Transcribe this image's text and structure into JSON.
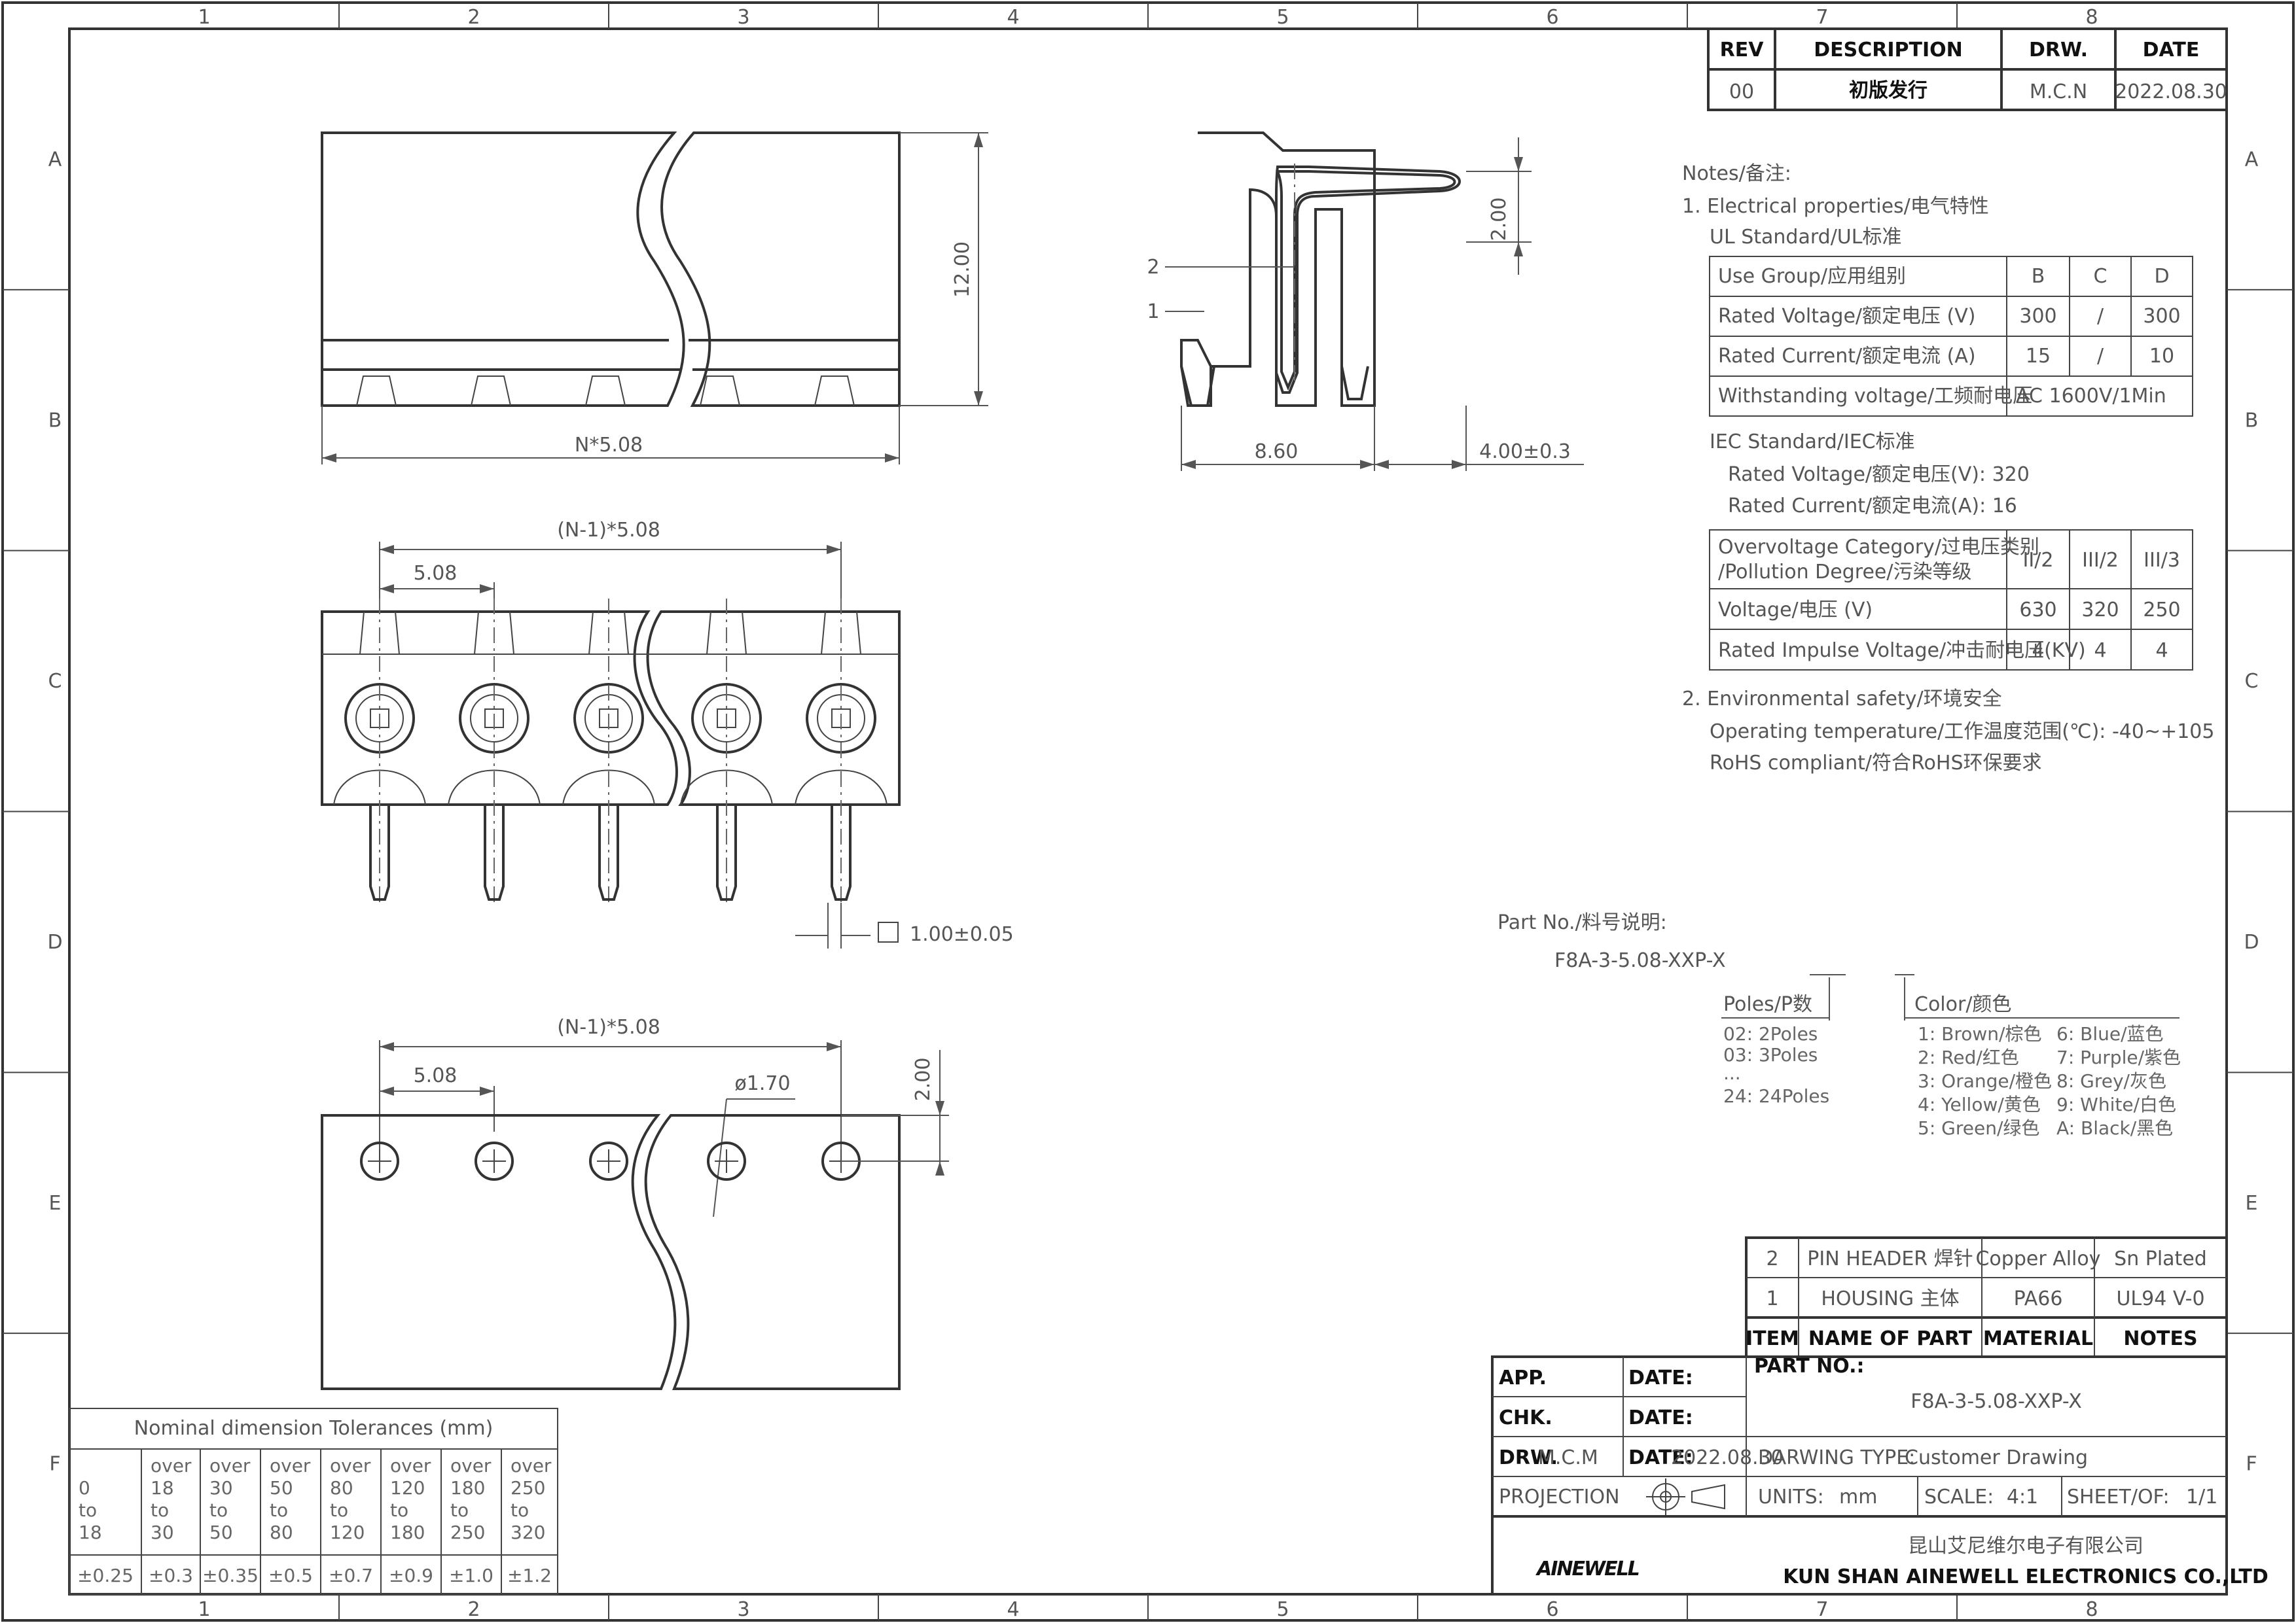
{
  "frame": {
    "cols": [
      "1",
      "2",
      "3",
      "4",
      "5",
      "6",
      "7",
      "8"
    ],
    "rows": [
      "A",
      "B",
      "C",
      "D",
      "E",
      "F"
    ]
  },
  "revision": {
    "headers": [
      "REV",
      "DESCRIPTION",
      "DRW.",
      "DATE"
    ],
    "row": [
      "00",
      "初版发行",
      "M.C.N",
      "2022.08.30"
    ]
  },
  "dims": {
    "top_width": "N*5.08",
    "top_height": "12.00",
    "side_width": "8.60",
    "side_pin": "4.00±0.3",
    "side_tail": "2.00",
    "label_1": "1",
    "label_2": "2",
    "front_span": "(N-1)*5.08",
    "front_pitch": "5.08",
    "pin_square": "1.00±0.05",
    "pcb_span": "(N-1)*5.08",
    "pcb_pitch": "5.08",
    "pcb_hole": "ø1.70",
    "pcb_offset": "2.00"
  },
  "notes": {
    "title": "Notes/备注:",
    "n1": "1. Electrical properties/电气特性",
    "ul": "UL Standard/UL标准",
    "ul_table": [
      [
        "Use Group/应用组别",
        "B",
        "C",
        "D"
      ],
      [
        "Rated Voltage/额定电压 (V)",
        "300",
        "/",
        "300"
      ],
      [
        "Rated Current/额定电流 (A)",
        "15",
        "/",
        "10"
      ],
      [
        "Withstanding voltage/工频耐电压",
        "AC 1600V/1Min"
      ]
    ],
    "iec": "IEC Standard/IEC标准",
    "iec_v": "Rated Voltage/额定电压(V): 320",
    "iec_c": "Rated Current/额定电流(A): 16",
    "iec_table_h1": "Overvoltage Category/过电压类别",
    "iec_table_h2": "/Pollution Degree/污染等级",
    "iec_table": [
      [
        "II/2",
        "III/2",
        "III/3"
      ],
      [
        "Voltage/电压 (V)",
        "630",
        "320",
        "250"
      ],
      [
        "Rated Impulse Voltage/冲击耐电压(KV)",
        "4",
        "4",
        "4"
      ]
    ],
    "n2": "2. Environmental safety/环境安全",
    "temp": "Operating temperature/工作温度范围(℃): -40~+105",
    "rohs": "RoHS compliant/符合RoHS环保要求"
  },
  "part": {
    "label": "Part No./料号说明:",
    "code": "F8A-3-5.08-XXP-X",
    "poles_title": "Poles/P数",
    "poles": [
      "02: 2Poles",
      "03: 3Poles",
      "...",
      "24: 24Poles"
    ],
    "color_title": "Color/颜色",
    "colors_a": [
      "1: Brown/棕色",
      "2: Red/红色",
      "3: Orange/橙色",
      "4: Yellow/黄色",
      "5: Green/绿色"
    ],
    "colors_b": [
      "6: Blue/蓝色",
      "7: Purple/紫色",
      "8: Grey/灰色",
      "9: White/白色",
      "A: Black/黑色"
    ]
  },
  "bom": {
    "rows": [
      [
        "2",
        "PIN HEADER 焊针",
        "Copper Alloy",
        "Sn Plated"
      ],
      [
        "1",
        "HOUSING 主体",
        "PA66",
        "UL94 V-0"
      ]
    ],
    "headers": [
      "ITEM",
      "NAME OF PART",
      "MATERIAL",
      "NOTES"
    ]
  },
  "title_block": {
    "app": "APP.",
    "chk": "CHK.",
    "drw": "DRW.",
    "drw_name": "M.C.M",
    "date": "DATE:",
    "date_val": "2022.08.30",
    "projection": "PROJECTION",
    "part_no_label": "PART NO.:",
    "part_no": "F8A-3-5.08-XXP-X",
    "drawing_type_label": "DARWING TYPE:",
    "drawing_type": "Customer Drawing",
    "units_label": "UNITS:",
    "units": "mm",
    "scale_label": "SCALE:",
    "scale": "4:1",
    "sheet_label": "SHEET/OF:",
    "sheet": "1/1",
    "logo": "AINEWELL",
    "company_cn": "昆山艾尼维尔电子有限公司",
    "company_en": "KUN SHAN AINEWELL ELECTRONICS CO.,LTD"
  },
  "tolerances": {
    "title": "Nominal dimension Tolerances (mm)",
    "ranges": [
      [
        "0",
        "to",
        "18"
      ],
      [
        "over 18",
        "to",
        "30"
      ],
      [
        "over 30",
        "to",
        "50"
      ],
      [
        "over 50",
        "to",
        "80"
      ],
      [
        "over 80",
        "to",
        "120"
      ],
      [
        "over 120",
        "to",
        "180"
      ],
      [
        "over 180",
        "to",
        "250"
      ],
      [
        "over 250",
        "to",
        "320"
      ]
    ],
    "values": [
      "±0.25",
      "±0.3",
      "±0.35",
      "±0.5",
      "±0.7",
      "±0.9",
      "±1.0",
      "±1.2"
    ]
  }
}
